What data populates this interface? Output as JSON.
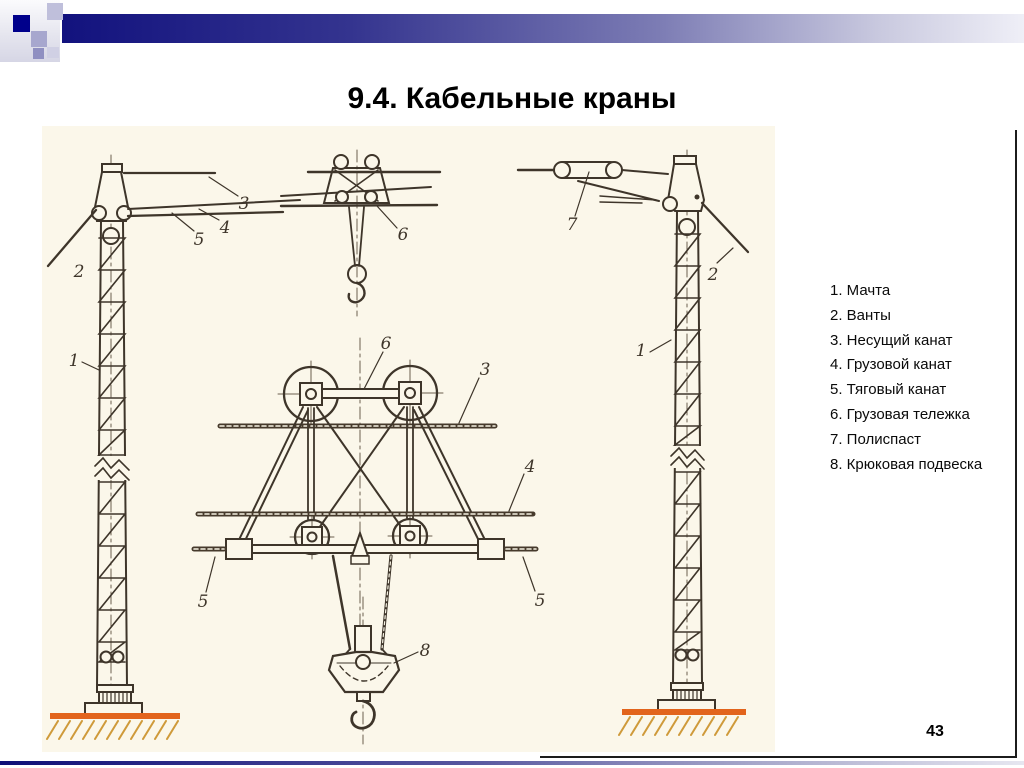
{
  "slide": {
    "title": "9.4. Кабельные краны",
    "page_number": "43"
  },
  "legend": {
    "items": [
      "1. Мачта",
      "2. Ванты",
      "3. Несущий канат",
      "4. Грузовой канат",
      "5. Тяговый канат",
      "6. Грузовая тележка",
      "7. Полиспаст",
      "8. Крюковая подвеска"
    ]
  },
  "diagram": {
    "labels": {
      "mast_left": "1",
      "guy_left": "2",
      "carrying_rope": "3",
      "load_rope": "4",
      "haul_rope": "5",
      "trolley_small": "6",
      "trolley_main": "6",
      "carrying_rope_main": "3",
      "load_rope_main": "4",
      "haul_rope_left": "5",
      "haul_rope_right": "5",
      "polispast": "7",
      "guy_right": "2",
      "mast_right": "1",
      "hook_block": "8"
    }
  },
  "colors": {
    "accent_navy": "#00008B",
    "bar_dark": "#12127E",
    "bar_light": "#EFEFF7",
    "ground_orange": "#E2641C",
    "ink": "#3E352A",
    "paper": "#FBF7EA"
  }
}
